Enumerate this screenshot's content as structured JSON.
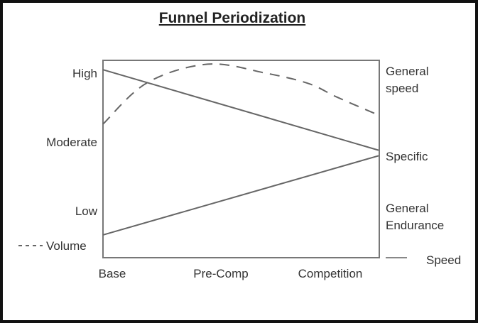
{
  "chart_data": {
    "type": "line",
    "title": "Funnel Periodization",
    "x_categories": [
      "Base",
      "Pre-Comp",
      "Competition"
    ],
    "xlim": [
      0,
      2
    ],
    "y_left_ticks": [
      {
        "label": "High",
        "value": 3
      },
      {
        "label": "Moderate",
        "value": 2
      },
      {
        "label": "Low",
        "value": 1
      }
    ],
    "y_right_labels": [
      {
        "lines": [
          "General",
          "speed"
        ],
        "value": 3.0
      },
      {
        "lines": [
          "Specific"
        ],
        "value": 1.85
      },
      {
        "lines": [
          "General",
          "Endurance"
        ],
        "value": 0.95
      }
    ],
    "ylim": [
      0.3,
      3.2
    ],
    "grid": false,
    "series": [
      {
        "name": "Volume",
        "style": "dashed",
        "points": [
          [
            0,
            2.26
          ],
          [
            0.32,
            2.86
          ],
          [
            0.76,
            3.13
          ],
          [
            1.18,
            3.0
          ],
          [
            1.49,
            2.85
          ],
          [
            1.7,
            2.65
          ],
          [
            2.0,
            2.39
          ]
        ]
      },
      {
        "name": "Speed (general speed)",
        "style": "solid",
        "points": [
          [
            0,
            3.05
          ],
          [
            2,
            1.88
          ]
        ]
      },
      {
        "name": "Speed (general endurance)",
        "style": "solid",
        "points": [
          [
            0,
            0.65
          ],
          [
            2,
            1.8
          ]
        ]
      }
    ],
    "legend": [
      {
        "label": "Volume",
        "style": "dashed",
        "placement": "bottom-left"
      },
      {
        "label": "Speed",
        "style": "solid",
        "placement": "bottom-right"
      }
    ],
    "line_color": "#666666"
  }
}
